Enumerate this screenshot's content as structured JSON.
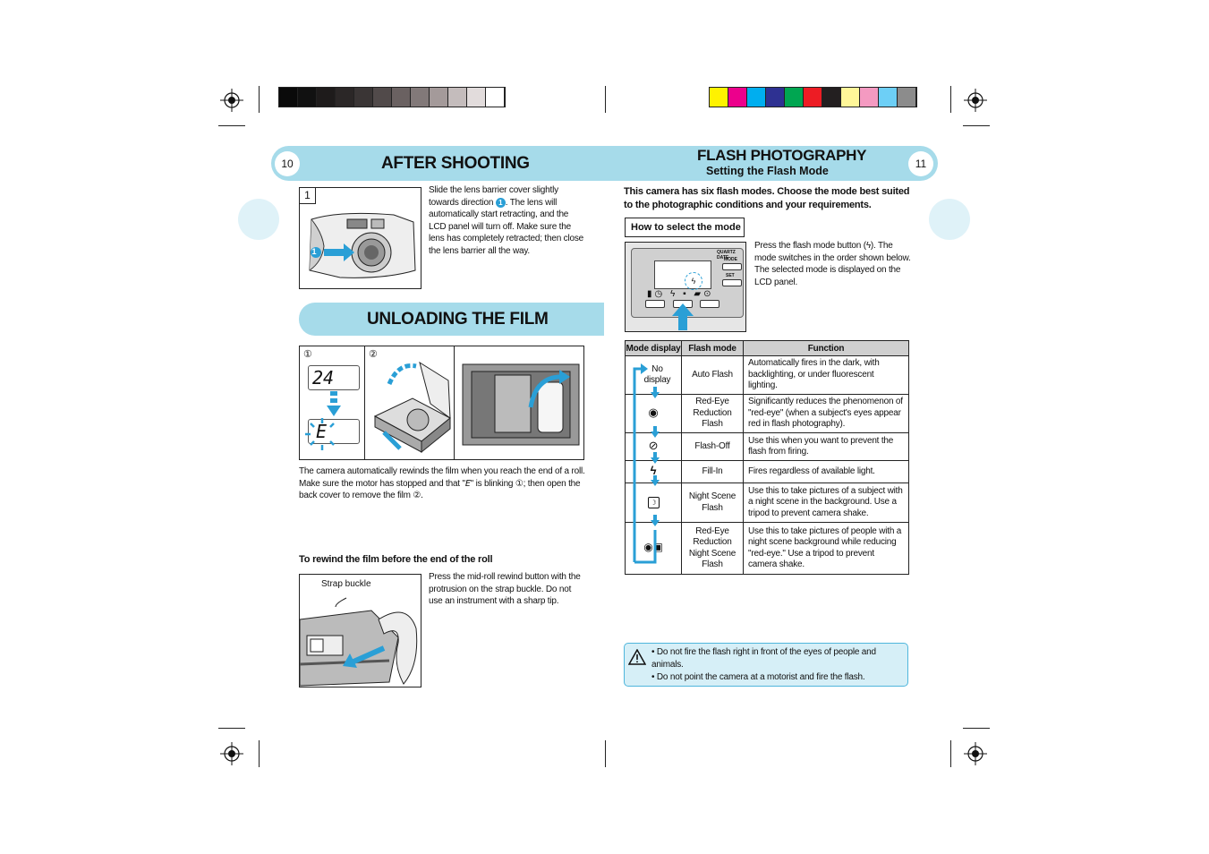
{
  "left_page": {
    "page_number": "10",
    "title": "AFTER SHOOTING",
    "step1": {
      "label": "1",
      "callout": "1",
      "text_before": "Slide the lens barrier cover slightly towards direction ",
      "text_after": ". The lens will automatically start retracting, and the LCD panel will turn off. Make sure the lens has completely retracted; then close the lens barrier all the way."
    },
    "unload": {
      "title": "UNLOADING THE FILM",
      "fig_labels": [
        "①",
        "②"
      ],
      "lcd_count": "24",
      "lcd_end": "E",
      "text_a": "The camera automatically rewinds the film when you reach the end of a roll. Make sure the motor has stopped and that \"",
      "text_b": "E",
      "text_c": "\" is blinking ",
      "text_d": "①",
      "text_e": "; then open the back cover to remove the film ",
      "text_f": "②",
      "text_g": "."
    },
    "rewind": {
      "subtitle": "To rewind the film before the end of the roll",
      "figure_label": "Strap buckle",
      "text": "Press the mid-roll rewind button with the protrusion on the strap buckle. Do not use an instrument with a sharp tip."
    }
  },
  "right_page": {
    "page_number": "11",
    "title": "FLASH PHOTOGRAPHY",
    "subtitle": "Setting the Flash Mode",
    "intro": "This camera has six flash modes. Choose the mode best suited to the photographic conditions and your requirements.",
    "howto_label": "How to select the mode",
    "panel": {
      "brand": "QUARTZ DATE",
      "mode": "MODE",
      "set": "SET"
    },
    "howto_text": "Press the flash mode button (ϟ). The mode switches in the order shown below. The selected mode is displayed on the LCD panel.",
    "table": {
      "headers": [
        "Mode display",
        "Flash mode",
        "Function"
      ],
      "rows": [
        {
          "display": "No display",
          "icon": "none",
          "mode": "Auto Flash",
          "function": "Automatically fires in the dark, with backlighting, or under fluorescent lighting."
        },
        {
          "display": "",
          "icon": "red-eye-icon",
          "mode": "Red-Eye Reduction Flash",
          "function": "Significantly reduces the phenomenon of \"red-eye\" (when a subject's eyes appear red in flash photography)."
        },
        {
          "display": "",
          "icon": "flash-off-icon",
          "mode": "Flash-Off",
          "function": "Use this when you want to prevent the flash from firing."
        },
        {
          "display": "",
          "icon": "fill-in-icon",
          "mode": "Fill-In",
          "function": "Fires regardless of available light."
        },
        {
          "display": "",
          "icon": "night-scene-icon",
          "mode": "Night Scene Flash",
          "function": "Use this to take pictures of a subject with a night scene in the background. Use a tripod to prevent camera shake."
        },
        {
          "display": "",
          "icon": "red-eye-night-icon",
          "mode": "Red-Eye Reduction Night Scene Flash",
          "function": "Use this to take  pictures of people with a night scene background while reducing \"red-eye.\" Use a tripod to prevent camera shake."
        }
      ]
    },
    "warnings": [
      "• Do not fire the flash right in front of the eyes of people and animals.",
      "• Do not point the camera at a motorist and fire the flash."
    ]
  },
  "print_marks": {
    "gray_bar": [
      "#0a0a0a",
      "#111111",
      "#1e1b1b",
      "#2b2727",
      "#3a3535",
      "#514a4a",
      "#6a6161",
      "#827979",
      "#a49a9a",
      "#c4bcbc",
      "#e2dcdc",
      "#ffffff"
    ],
    "color_bar": [
      "#fff200",
      "#ec008c",
      "#00aeef",
      "#2e3192",
      "#00a651",
      "#ed1c24",
      "#231f20",
      "#fff799",
      "#f49ac1",
      "#6dcff6",
      "#8c8c8c"
    ]
  }
}
